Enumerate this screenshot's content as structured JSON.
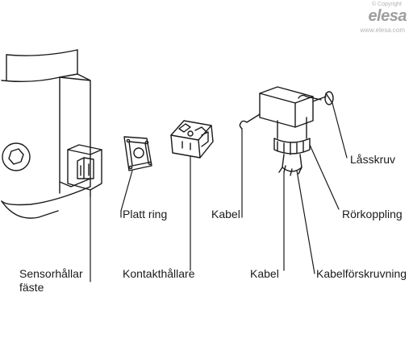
{
  "watermark": {
    "copyright": "© Copyright",
    "logo": "elesa",
    "url": "www.elesa.com"
  },
  "labels": {
    "sensorhallar_line1": "Sensorhållar",
    "sensorhallar_line2": "fäste",
    "platt_ring": "Platt ring",
    "kontakthallare": "Kontakthållare",
    "kabel_upper": "Kabel",
    "kabel_lower": "Kabel",
    "lasskruv": "Låsskruv",
    "rorkoppling": "Rörkoppling",
    "kabelforskruvning": "Kabelförskruvning"
  },
  "colors": {
    "line": "#1a1a1a",
    "watermark": "#a8a8a8"
  }
}
